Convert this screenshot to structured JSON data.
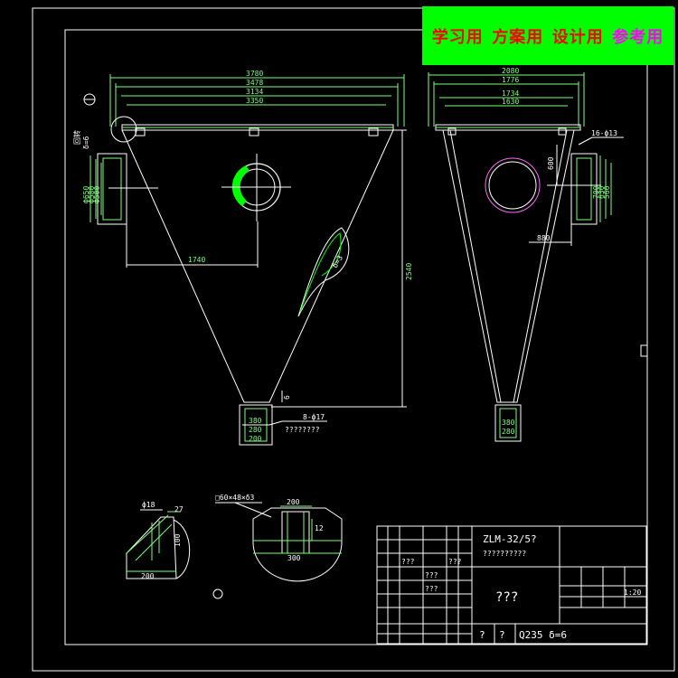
{
  "banner": {
    "label1": "学习用",
    "label2": "方案用",
    "label3": "设计用",
    "label4": "参考用",
    "colors": {
      "bg": "#00ff00",
      "text1": "#ff0000",
      "text2": "#ff0000",
      "text3": "#ff0000",
      "text4": "#ff00ff"
    }
  },
  "front_view": {
    "dims_top": [
      "3780",
      "3478",
      "3134",
      "3350"
    ],
    "left_note1": "回转",
    "left_note2": "δ=6",
    "left_dims": [
      "Ф650",
      "Ф580",
      "Ф500"
    ],
    "width_1740": "1740",
    "height_2540": "2540",
    "outlet_note": "8-ф17",
    "outlet_note2": "????????",
    "outlet_dims": [
      "380",
      "280",
      "200"
    ]
  },
  "side_view": {
    "dims_top": [
      "2080",
      "1776",
      "1734",
      "1630"
    ],
    "right_note": "16-ф13",
    "dim_600": "600",
    "dim_880": "880",
    "right_dims": [
      "700",
      "630",
      "560"
    ],
    "outlet_dims": [
      "380",
      "280"
    ]
  },
  "detail_a": {
    "d18": "ф18",
    "d27": "27",
    "d100": "100",
    "d200": "200"
  },
  "detail_b": {
    "label": "□60×48×δ3",
    "d200": "200",
    "d12": "12",
    "d300": "300"
  },
  "title_block": {
    "drawing_no": "ZLM-32/5?",
    "subtitle": "??????????",
    "name": "???",
    "material": "Q235 δ=6",
    "q1": "?",
    "q2": "?",
    "scale": "1:20",
    "small": [
      "???",
      "???",
      "???",
      "???"
    ]
  }
}
